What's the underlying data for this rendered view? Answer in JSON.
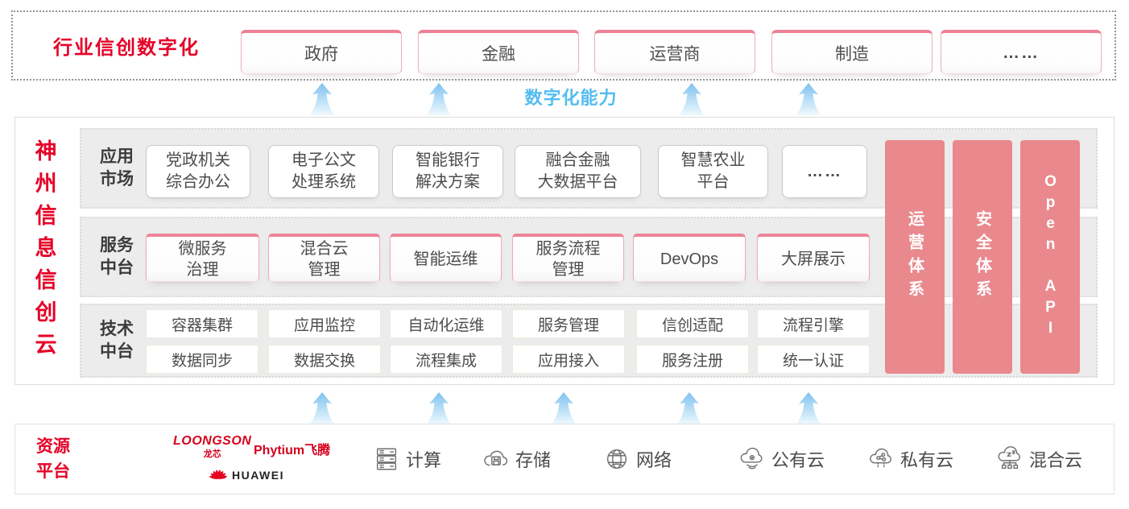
{
  "top_banner": {
    "title": "行业信创数字化",
    "sectors": [
      "政府",
      "金融",
      "运营商",
      "制造",
      "……"
    ]
  },
  "capability_label": "数字化能力",
  "platform": {
    "vertical_title": "神州信息信创云",
    "app_market": {
      "label": [
        "应用",
        "市场"
      ],
      "boxes": [
        [
          "党政机关",
          "综合办公"
        ],
        [
          "电子公文",
          "处理系统"
        ],
        [
          "智能银行",
          "解决方案"
        ],
        [
          "融合金融",
          "大数据平台"
        ],
        [
          "智慧农业",
          "平台"
        ],
        [
          "……"
        ]
      ]
    },
    "service_platform": {
      "label": [
        "服务",
        "中台"
      ],
      "boxes": [
        [
          "微服务",
          "治理"
        ],
        [
          "混合云",
          "管理"
        ],
        [
          "智能运维"
        ],
        [
          "服务流程",
          "管理"
        ],
        [
          "DevOps"
        ],
        [
          "大屏展示"
        ]
      ]
    },
    "tech_platform": {
      "label": [
        "技术",
        "中台"
      ],
      "boxes_row1": [
        "容器集群",
        "应用监控",
        "自动化运维",
        "服务管理",
        "信创适配",
        "流程引擎"
      ],
      "boxes_row2": [
        "数据同步",
        "数据交换",
        "流程集成",
        "应用接入",
        "服务注册",
        "统一认证"
      ]
    },
    "pillars": [
      "运营体系",
      "安全体系",
      "Open API"
    ]
  },
  "resources": {
    "label": [
      "资源",
      "平台"
    ],
    "vendors": {
      "loongson_en": "LOONGSON",
      "loongson_cn": "龙芯",
      "phytium_en": "Phytium",
      "phytium_cn": "飞腾",
      "huawei": "HUAWEI"
    },
    "items": [
      {
        "icon": "compute-icon",
        "label": "计算"
      },
      {
        "icon": "storage-icon",
        "label": "存储"
      },
      {
        "icon": "network-icon",
        "label": "网络"
      },
      {
        "icon": "public-cloud-icon",
        "label": "公有云"
      },
      {
        "icon": "private-cloud-icon",
        "label": "私有云"
      },
      {
        "icon": "hybrid-cloud-icon",
        "label": "混合云"
      }
    ]
  },
  "colors": {
    "brand_red": "#e60027",
    "pillar_pink": "#e9898d",
    "accent_pink": "#ee8398",
    "capability_blue": "#53bdf0",
    "panel_gray": "#ececec"
  }
}
